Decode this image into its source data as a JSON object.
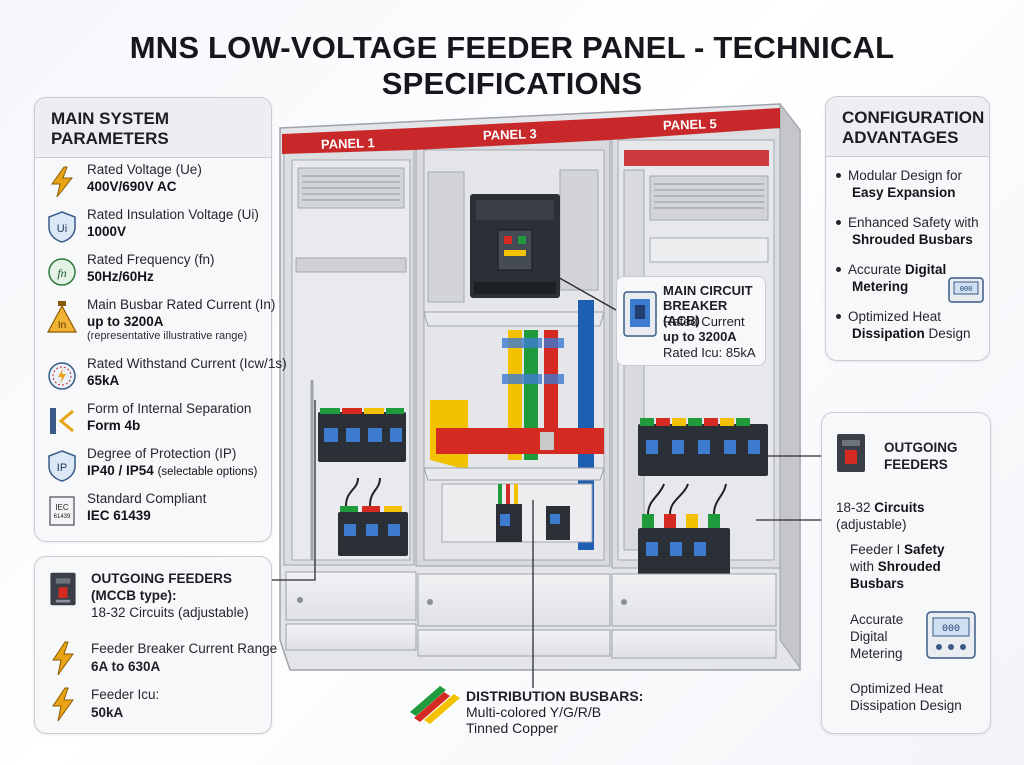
{
  "title": "MNS LOW-VOLTAGE FEEDER PANEL - TECHNICAL SPECIFICATIONS",
  "panels": [
    "PANEL 1",
    "PANEL 3",
    "PANEL 5"
  ],
  "system_parameters": {
    "heading_line1": "MAIN SYSTEM",
    "heading_line2": "PARAMETERS",
    "items": [
      {
        "icon": "lightning-icon",
        "label": "Rated Voltage (Ue)",
        "value": "400V/690V AC"
      },
      {
        "icon": "insulation-shield-icon",
        "icon_text": "Ui",
        "label": "Rated Insulation Voltage (Ui)",
        "value": "1000V"
      },
      {
        "icon": "frequency-icon",
        "icon_text": "fn",
        "label": "Rated Frequency (fn)",
        "value": "50Hz/60Hz"
      },
      {
        "icon": "busbar-warning-icon",
        "icon_text": "In",
        "label": "Main Busbar Rated Current (In)",
        "value": "up to 3200A",
        "note": "(representative illustrative range)"
      },
      {
        "icon": "gauge-icon",
        "label": "Rated Withstand Current (Icw/1s)",
        "value": "65kA"
      },
      {
        "icon": "separation-icon",
        "label": "Form of Internal Separation",
        "value": "Form 4b"
      },
      {
        "icon": "ip-shield-icon",
        "icon_text": "IP",
        "label": "Degree of Protection (IP)",
        "value": "IP40 / IP54",
        "value_note": "(selectable options)"
      },
      {
        "icon": "standard-doc-icon",
        "icon_text": "IEC",
        "icon_subtext": "61439",
        "label": "Standard Compliant",
        "value": "IEC 61439"
      }
    ]
  },
  "left_feeders": {
    "heading": "OUTGOING FEEDERS",
    "heading_sub": "(MCCB type):",
    "circuits": "18-32 Circuits (adjustable)",
    "range_label": "Feeder Breaker Current Range",
    "range_value": "6A to 630A",
    "icu_label": "Feeder Icu:",
    "icu_value": "50kA"
  },
  "configuration": {
    "heading_line1": "CONFIGURATION",
    "heading_line2": "ADVANTAGES",
    "items": [
      {
        "line1": "Modular Design for",
        "line2": "Easy Expansion"
      },
      {
        "line1": "Enhanced Safety with",
        "line2": "Shrouded Busbars"
      },
      {
        "line1a": "Accurate ",
        "line1b": "Digital",
        "line2": "Metering"
      },
      {
        "line1": "Optimized Heat",
        "line2a": "Dissipation",
        "line2b": " Design"
      }
    ]
  },
  "acb": {
    "title_line1": "MAIN CIRCUIT",
    "title_line2": "BREAKER (ACB)",
    "current_label": "Rated Current",
    "current_value": "up to 3200A",
    "icu": "Rated Icu: 85kA"
  },
  "right_feeders": {
    "heading_line1": "OUTGOING",
    "heading_line2": "FEEDERS",
    "items": [
      {
        "a": "18-32 ",
        "b": "Circuits",
        "c": "(adjustable)"
      },
      {
        "a": "Feeder I ",
        "b": "Safety",
        "c": "with ",
        "d": "Shrouded",
        "e": "Busbars"
      },
      {
        "a": "Accurate",
        "b": "Digital",
        "c": "Metering"
      },
      {
        "a": "Optimized Heat",
        "b": "Dissipation Design"
      }
    ],
    "meter_display": "000"
  },
  "busbars": {
    "title": "DISTRIBUTION BUSBARS:",
    "line1": "Multi-colored Y/G/R/B",
    "line2": "Tinned Copper"
  },
  "colors": {
    "accent_red": "#c8282a",
    "panel_frame": "#d9dade",
    "busbar_yellow": "#f2c200",
    "busbar_green": "#1f9a3c",
    "busbar_red": "#d42a22",
    "busbar_blue": "#1e5fb4",
    "icon_orange": "#e8a317",
    "breaker_body": "#2b2f36"
  }
}
